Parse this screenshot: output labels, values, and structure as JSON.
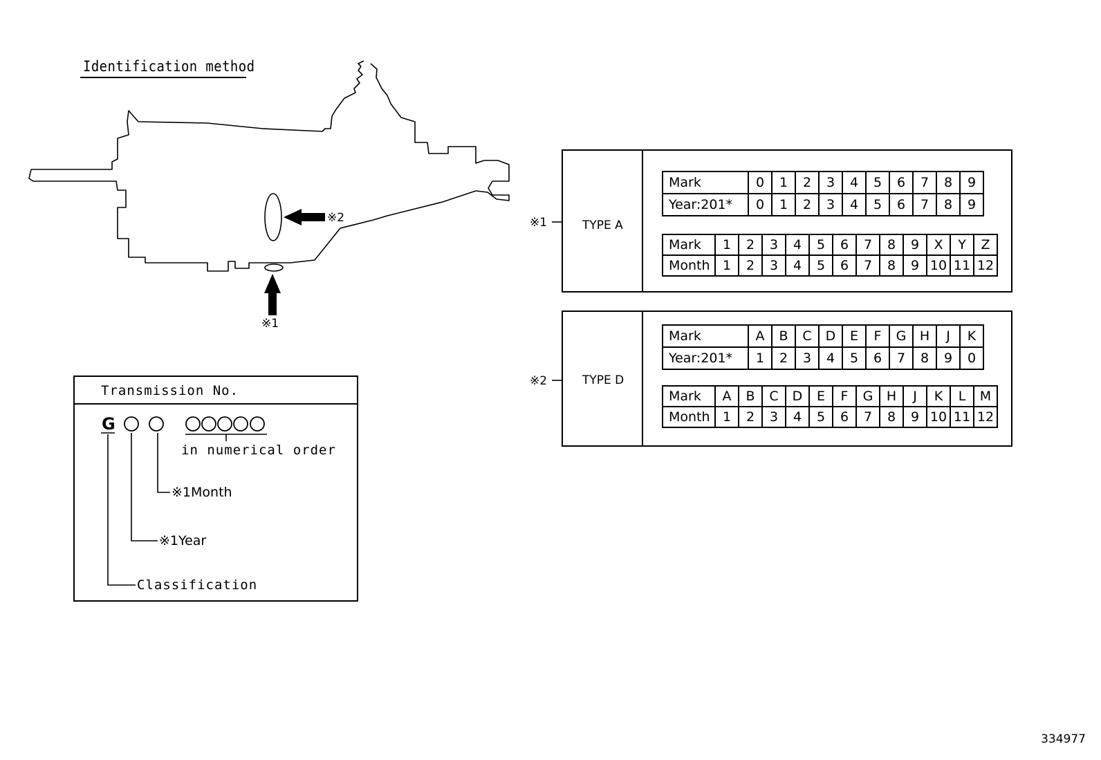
{
  "title": "Identification method",
  "diagram": {
    "arrow1_label": "※1",
    "arrow2_label": "※2"
  },
  "type_a": {
    "callout": "※1",
    "label": "TYPE A",
    "year_table": {
      "header_mark": "Mark",
      "header_year": "Year:201*",
      "marks": [
        "0",
        "1",
        "2",
        "3",
        "4",
        "5",
        "6",
        "7",
        "8",
        "9"
      ],
      "years": [
        "0",
        "1",
        "2",
        "3",
        "4",
        "5",
        "6",
        "7",
        "8",
        "9"
      ]
    },
    "month_table": {
      "header_mark": "Mark",
      "header_month": "Month",
      "marks": [
        "1",
        "2",
        "3",
        "4",
        "5",
        "6",
        "7",
        "8",
        "9",
        "X",
        "Y",
        "Z"
      ],
      "months": [
        "1",
        "2",
        "3",
        "4",
        "5",
        "6",
        "7",
        "8",
        "9",
        "10",
        "11",
        "12"
      ]
    }
  },
  "type_d": {
    "callout": "※2",
    "label": "TYPE D",
    "year_table": {
      "header_mark": "Mark",
      "header_year": "Year:201*",
      "marks": [
        "A",
        "B",
        "C",
        "D",
        "E",
        "F",
        "G",
        "H",
        "J",
        "K"
      ],
      "years": [
        "1",
        "2",
        "3",
        "4",
        "5",
        "6",
        "7",
        "8",
        "9",
        "0"
      ]
    },
    "month_table": {
      "header_mark": "Mark",
      "header_month": "Month",
      "marks": [
        "A",
        "B",
        "C",
        "D",
        "E",
        "F",
        "G",
        "H",
        "J",
        "K",
        "L",
        "M"
      ],
      "months": [
        "1",
        "2",
        "3",
        "4",
        "5",
        "6",
        "7",
        "8",
        "9",
        "10",
        "11",
        "12"
      ]
    }
  },
  "transmission_no": {
    "title": "Transmission No.",
    "letter": "G",
    "numerical_order": "in numerical order",
    "month_label": "※1Month",
    "year_label": "※1Year",
    "classification_label": "Classification"
  },
  "footer_id": "334977"
}
